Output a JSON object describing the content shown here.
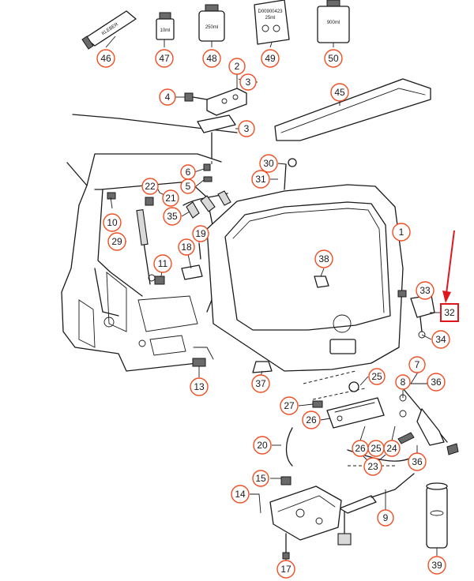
{
  "colors": {
    "callout_stroke": "#f04e23",
    "highlight": "#e0161e",
    "ink": "#1a1a1a"
  },
  "product_labels": {
    "kleber": "KLEBER",
    "ten_ml": "10ml",
    "two_fifty_ml": "250ml",
    "nine_hundred_ml": "900ml",
    "tube_code": "D00900423",
    "tube_size": "25ml"
  },
  "callouts": {
    "c1": "1",
    "c2": "2",
    "c3a": "3",
    "c3b": "3",
    "c4": "4",
    "c5": "5",
    "c6": "6",
    "c7": "7",
    "c8": "8",
    "c9": "9",
    "c10": "10",
    "c11": "11",
    "c13": "13",
    "c14": "14",
    "c15": "15",
    "c17": "17",
    "c18": "18",
    "c19": "19",
    "c20": "20",
    "c21": "21",
    "c22": "22",
    "c23": "23",
    "c24": "24",
    "c25a": "25",
    "c25b": "25",
    "c26a": "26",
    "c26b": "26",
    "c27": "27",
    "c29": "29",
    "c30": "30",
    "c31": "31",
    "c32": "32",
    "c33": "33",
    "c34": "34",
    "c35": "35",
    "c36a": "36",
    "c36b": "36",
    "c37": "37",
    "c38": "38",
    "c39": "39",
    "c45": "45",
    "c46": "46",
    "c47": "47",
    "c48": "48",
    "c49": "49",
    "c50": "50"
  }
}
